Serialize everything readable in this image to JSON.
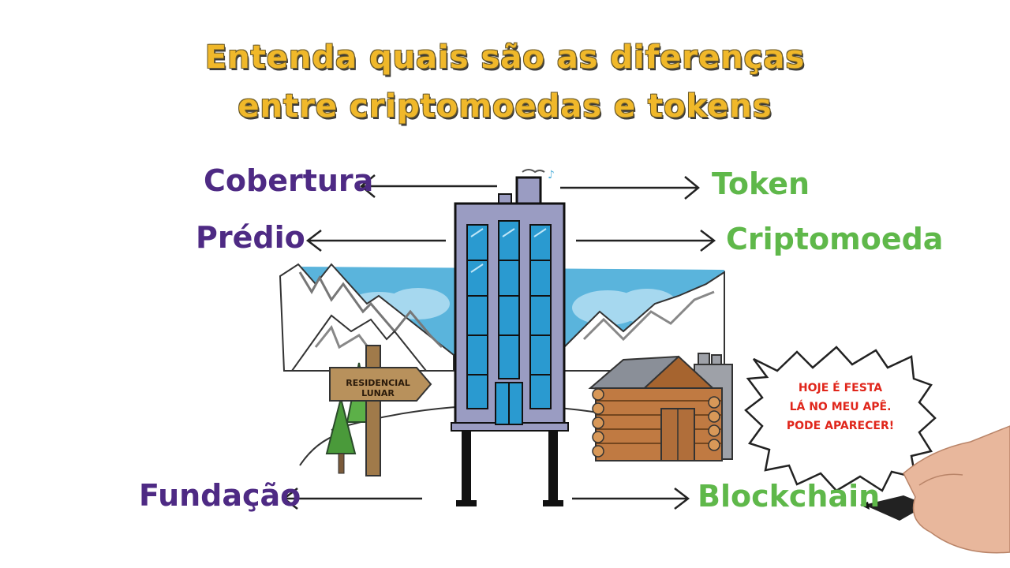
{
  "title": {
    "line1": "Entenda quais são as diferenças",
    "line2": "entre criptomoedas e tokens"
  },
  "left_labels": {
    "top": "Cobertura",
    "middle": "Prédio",
    "bottom": "Fundação"
  },
  "right_labels": {
    "top": "Token",
    "middle": "Criptomoeda",
    "bottom": "Blockchain"
  },
  "sign": "RESIDENCIAL LUNAR",
  "speech_bubble": {
    "line1": "HOJE É FESTA",
    "line2": "LÁ NO MEU APÊ.",
    "line3": "PODE APARECER!"
  },
  "colors": {
    "title": "#f0b82a",
    "left_labels": "#4e2a84",
    "right_labels": "#5fb84a",
    "bubble_text": "#e0261b",
    "sky": "#5ab4dc",
    "building": "#9a9cc2",
    "windows": "#2a9ad0",
    "cabin": "#c07a42"
  }
}
